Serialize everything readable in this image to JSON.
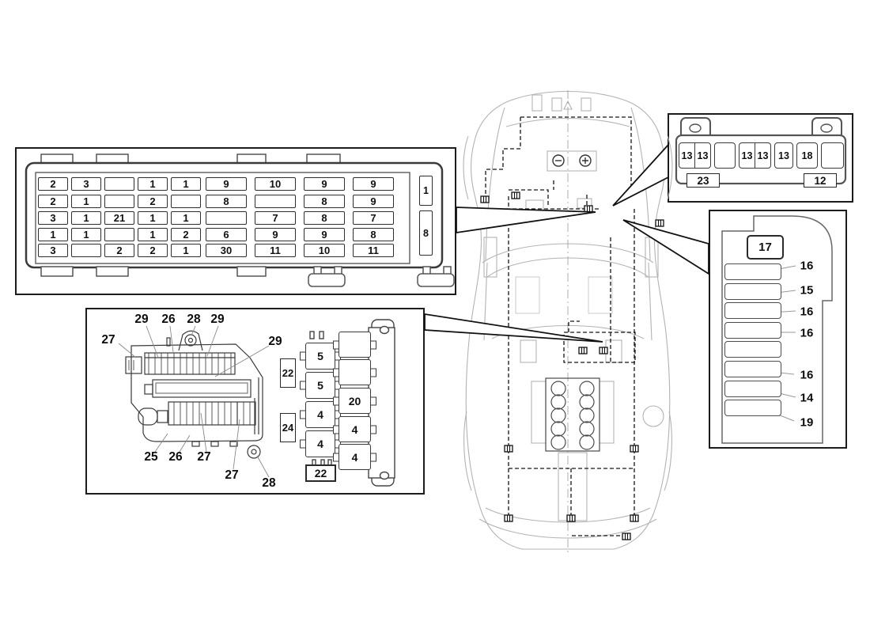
{
  "main_fuse_box": {
    "grid_rows": [
      [
        "2",
        "3",
        "",
        "1",
        "1",
        "9",
        "10",
        "9",
        "9"
      ],
      [
        "2",
        "1",
        "",
        "2",
        "",
        "8",
        "",
        "8",
        "9"
      ],
      [
        "3",
        "1",
        "21",
        "1",
        "1",
        "",
        "7",
        "8",
        "7"
      ],
      [
        "1",
        "1",
        "",
        "1",
        "2",
        "6",
        "9",
        "9",
        "8"
      ],
      [
        "3",
        "",
        "2",
        "2",
        "1",
        "30",
        "11",
        "10",
        "11"
      ]
    ],
    "side_fuses": [
      "1",
      "8"
    ]
  },
  "relay_box": {
    "carrier_callouts": [
      "27",
      "29",
      "26",
      "28",
      "29",
      "29",
      "25",
      "26",
      "27",
      "27",
      "28"
    ],
    "plate": {
      "left_column": [
        "5",
        "5",
        "4",
        "4"
      ],
      "right_column": [
        "",
        "",
        "20",
        "4",
        "4"
      ],
      "left_labels": [
        "22",
        "24"
      ],
      "bottom_label": "22"
    }
  },
  "front_fuse_strip": {
    "cells": [
      [
        "13",
        "13"
      ],
      [],
      [
        "13",
        "13"
      ],
      [
        "13"
      ],
      [
        "18"
      ],
      []
    ],
    "left_label": "23",
    "right_label": "12"
  },
  "side_fuse_panel": {
    "top_fuse": "17",
    "slot_labels": [
      "16",
      "15",
      "16",
      "16",
      "",
      "16",
      "14",
      "19"
    ]
  }
}
